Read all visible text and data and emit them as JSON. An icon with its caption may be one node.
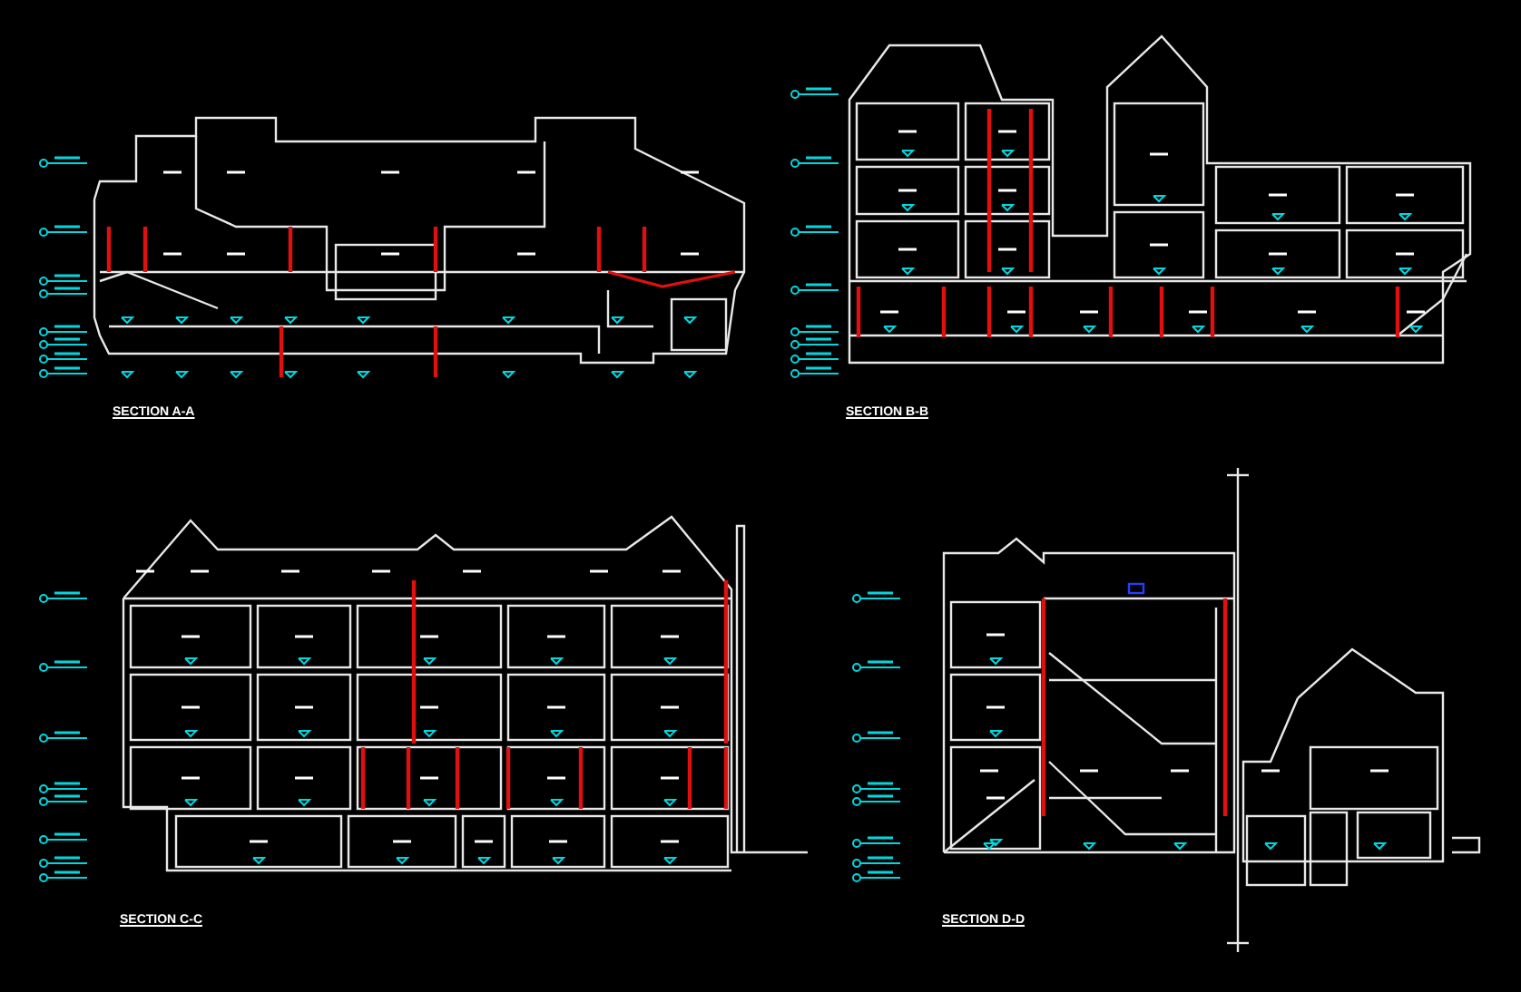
{
  "diagram": {
    "labels": [
      "SECTION A-A",
      "SECTION B-B",
      "SECTION C-C",
      "SECTION D-D"
    ]
  }
}
